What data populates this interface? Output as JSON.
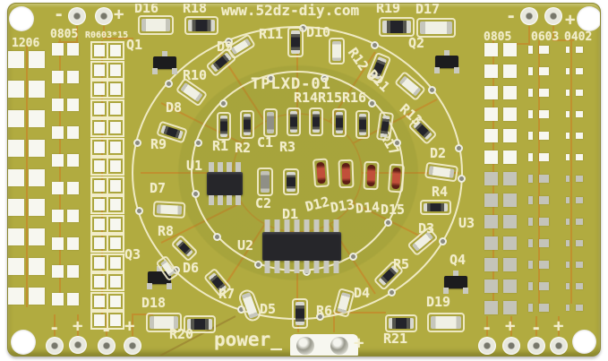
{
  "board": {
    "top": {
      "site_url": "www.52dz-diy.com"
    },
    "center": {
      "model": "TPLXD-01"
    },
    "bottom": {
      "power_label": "power_"
    },
    "pad_columns": {
      "left": [
        "1206",
        "0805",
        "R0603*15"
      ],
      "right": [
        "0805",
        "0603",
        "0402"
      ]
    },
    "signs": {
      "minus": "-",
      "plus": "+"
    },
    "refs": {
      "d16": "D16",
      "r18": "R18",
      "r19": "R19",
      "d17": "D17",
      "q1": "Q1",
      "q2": "Q2",
      "q3": "Q3",
      "q4": "Q4",
      "d9": "D9",
      "r10": "R10",
      "r11": "R11",
      "d10": "D10",
      "r12": "R12",
      "d11": "D11",
      "r13": "R13",
      "d2": "D2",
      "r4": "R4",
      "d3": "D3",
      "u3": "U3",
      "r5": "R5",
      "d4": "D4",
      "r6": "R6",
      "d5": "D5",
      "r7": "R7",
      "d6": "D6",
      "r8": "R8",
      "d7": "D7",
      "r9": "R9",
      "d8": "D8",
      "r17": "R17",
      "d12": "D12",
      "d13": "D13",
      "d14": "D14",
      "d15": "D15",
      "r14": "R14",
      "r15": "R15",
      "r16": "R16",
      "r1": "R1",
      "r2": "R2",
      "c1": "C1",
      "r3": "R3",
      "u1": "U1",
      "c2": "C2",
      "d1": "D1",
      "u2": "U2",
      "d18": "D18",
      "r20": "R20",
      "r21": "R21",
      "d19": "D19"
    },
    "colors": {
      "bg": "#ffffff",
      "board": "#b1ab40",
      "board-edge": "#8a8630",
      "silk": "#f2edca",
      "trace": "#c28e2e",
      "pad": "#f7f7f0",
      "pad-tin": "#c4c4ba",
      "ic": "#26262a",
      "pin": "#c9c9c0",
      "res-end": "#d8d8d0",
      "red-led": "#b5432e"
    }
  }
}
